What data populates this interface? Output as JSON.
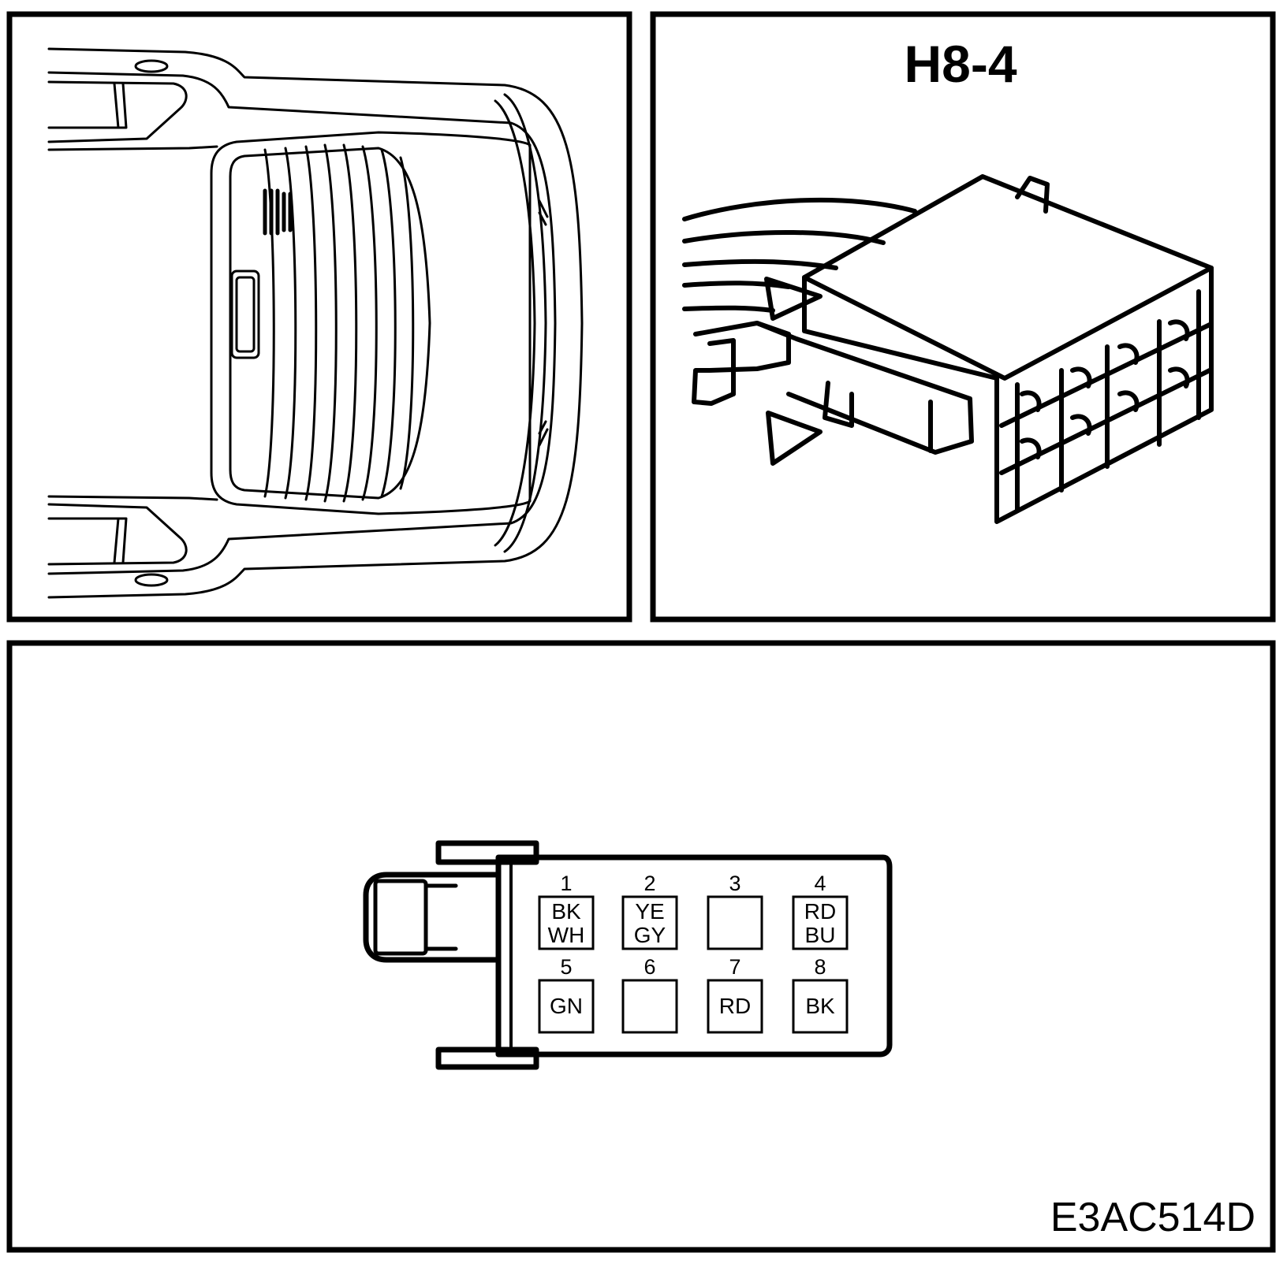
{
  "connector": {
    "title": "H8-4"
  },
  "figure": {
    "code": "E3AC514D"
  },
  "pins": [
    {
      "number": "1",
      "wire_top": "BK",
      "wire_bottom": "WH"
    },
    {
      "number": "2",
      "wire_top": "YE",
      "wire_bottom": "GY"
    },
    {
      "number": "3",
      "wire_top": "",
      "wire_bottom": ""
    },
    {
      "number": "4",
      "wire_top": "RD",
      "wire_bottom": "BU"
    },
    {
      "number": "5",
      "wire_top": "GN",
      "wire_bottom": ""
    },
    {
      "number": "6",
      "wire_top": "",
      "wire_bottom": ""
    },
    {
      "number": "7",
      "wire_top": "RD",
      "wire_bottom": ""
    },
    {
      "number": "8",
      "wire_top": "BK",
      "wire_bottom": ""
    }
  ]
}
